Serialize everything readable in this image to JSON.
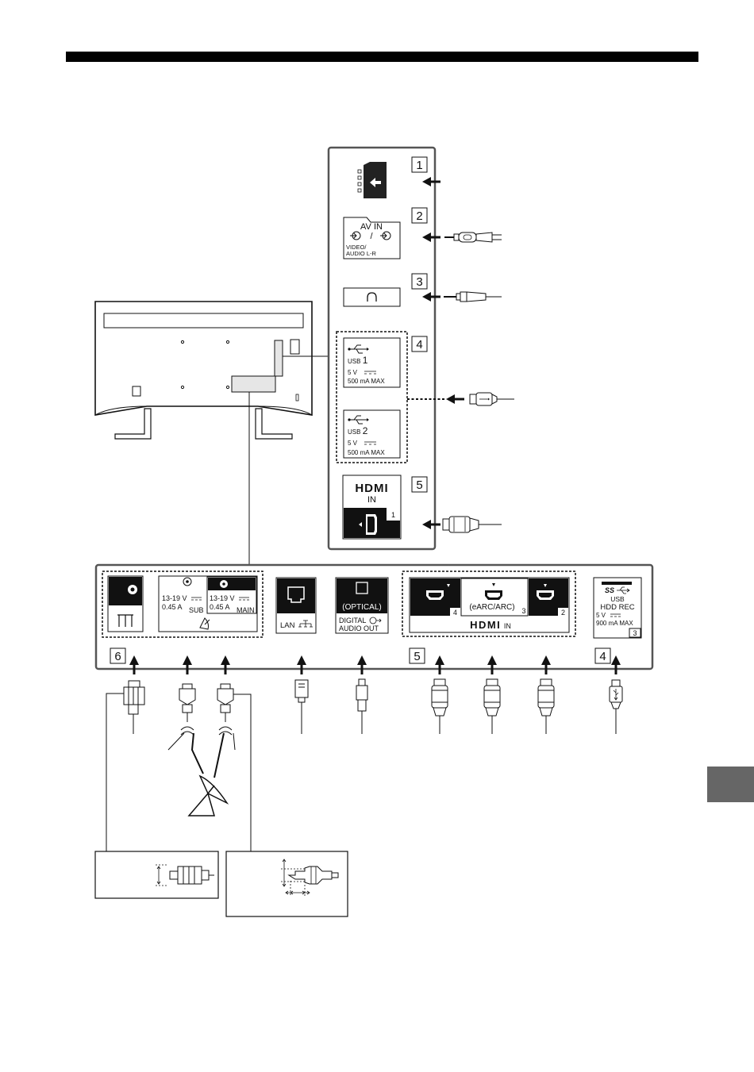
{
  "side_panel": {
    "callouts": [
      "1",
      "2",
      "3",
      "4",
      "5"
    ],
    "av_in": {
      "title": "AV IN",
      "sub1": "VIDEO/",
      "sub2": "AUDIO L-R"
    },
    "usb1": {
      "label": "USB",
      "num": "1",
      "power": "5 V",
      "current": "500 mA MAX"
    },
    "usb2": {
      "label": "USB",
      "num": "2",
      "power": "5 V",
      "current": "500 mA MAX"
    },
    "hdmi1": {
      "logo": "HDMI",
      "in_label": "IN",
      "num": "1"
    }
  },
  "bottom_panel": {
    "sat_sub": {
      "voltage": "13-19 V",
      "current": "0.45 A",
      "tag": "SUB"
    },
    "sat_main": {
      "voltage": "13-19 V",
      "current": "0.45 A",
      "tag": "MAIN"
    },
    "lan": {
      "label": "LAN"
    },
    "optical": {
      "line1": "(OPTICAL)",
      "line2": "DIGITAL",
      "line3": "AUDIO OUT"
    },
    "hdmi": {
      "port4": "4",
      "port3_label": "(eARC/ARC)",
      "port3": "3",
      "port2": "2",
      "logo": "HDMI",
      "in_label": "IN"
    },
    "usb3": {
      "ss": "SS",
      "label": "USB",
      "sub": "HDD REC",
      "power": "5 V",
      "current": "900 mA MAX",
      "num": "3"
    },
    "callouts": [
      "6",
      "5",
      "4"
    ]
  },
  "colors": {
    "tab": "#666666",
    "port_dark": "#111111",
    "line": "#111111"
  }
}
